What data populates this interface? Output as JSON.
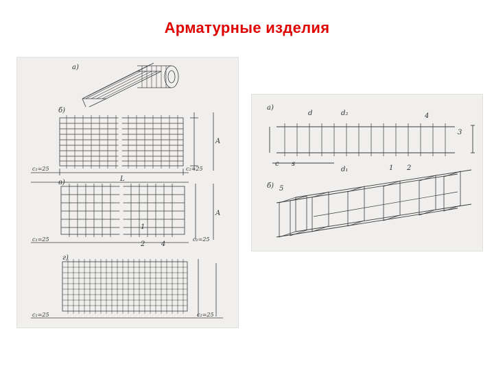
{
  "slide": {
    "title": "Арматурные изделия",
    "title_color": "#e00000"
  },
  "left_figure": {
    "label_a": "а)",
    "label_b": "б)",
    "label_v": "в)",
    "label_g": "г)",
    "c1_25": "c₁=25",
    "c2_25": "c₂=25",
    "c1_25_v": "c₁=25",
    "c2_25_v": "c₂=25",
    "c1_25_g": "c₁=25",
    "c2_25_g": "c₂=25",
    "dim_A": "A",
    "dim_L": "L",
    "num_1": "1",
    "num_2": "2",
    "num_4": "4"
  },
  "right_figure": {
    "label_a": "а)",
    "label_b": "б)",
    "d": "d",
    "d2": "d₂",
    "d1": "d₁",
    "n1": "1",
    "n2": "2",
    "n3": "3",
    "n4": "4",
    "n5": "5",
    "c": "c",
    "s": "s"
  }
}
